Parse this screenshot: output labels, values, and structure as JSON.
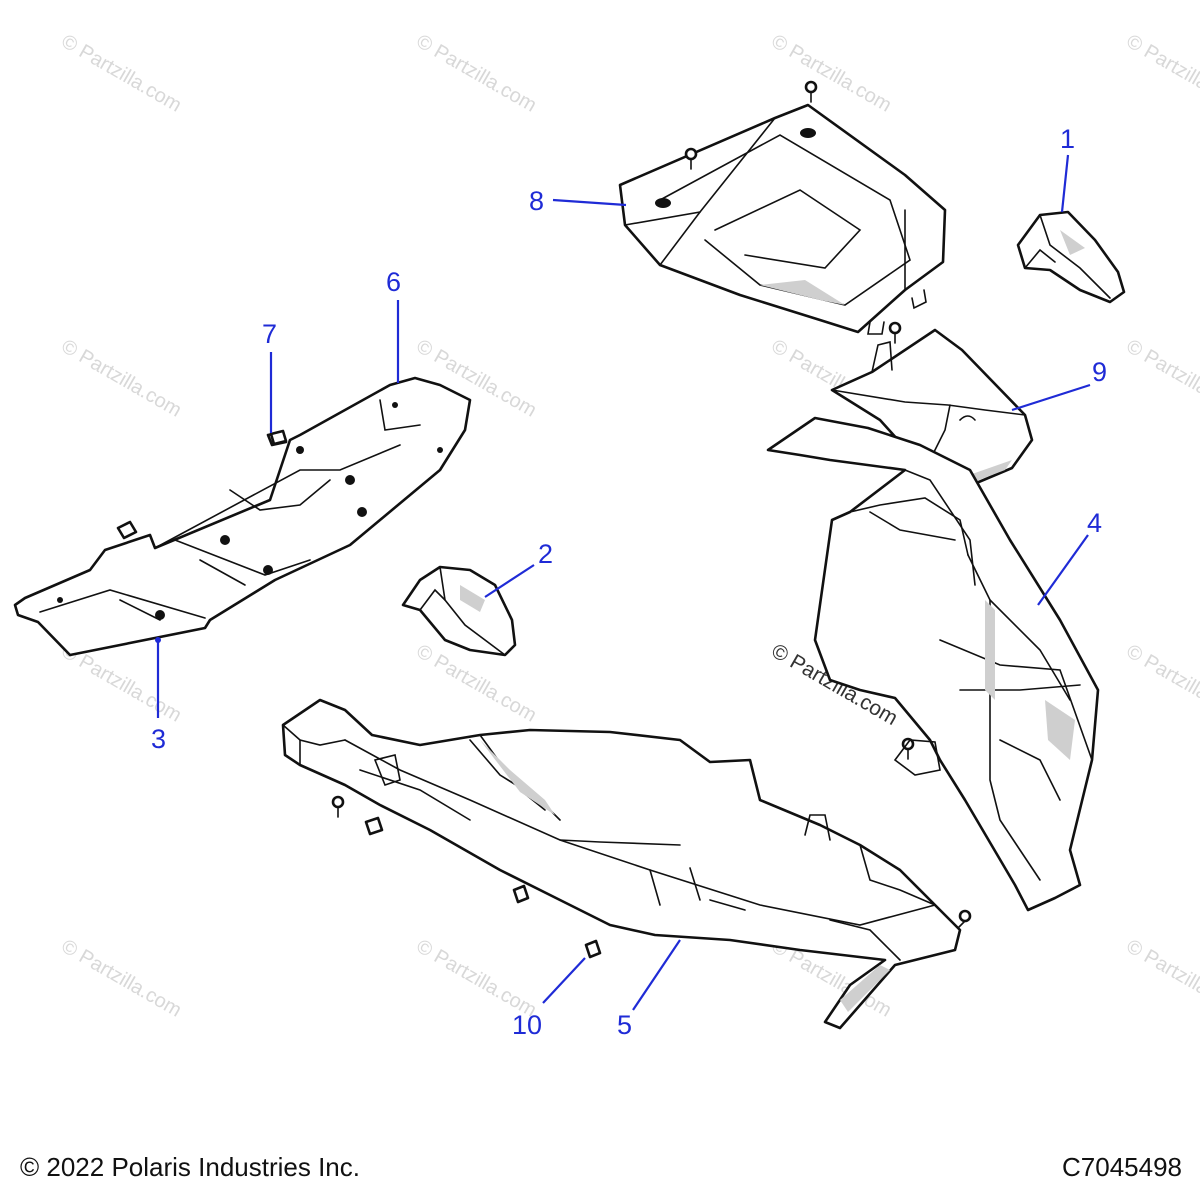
{
  "callouts": [
    "1",
    "2",
    "3",
    "4",
    "5",
    "6",
    "7",
    "8",
    "9",
    "10"
  ],
  "watermark": "© Partzilla.com",
  "footer": {
    "copyright": "© 2022 Polaris Industries Inc.",
    "drawing_number": "C7045498"
  },
  "colors": {
    "callout": "#1f2bd6",
    "line": "#111111",
    "watermark": "#d8d8d8"
  }
}
